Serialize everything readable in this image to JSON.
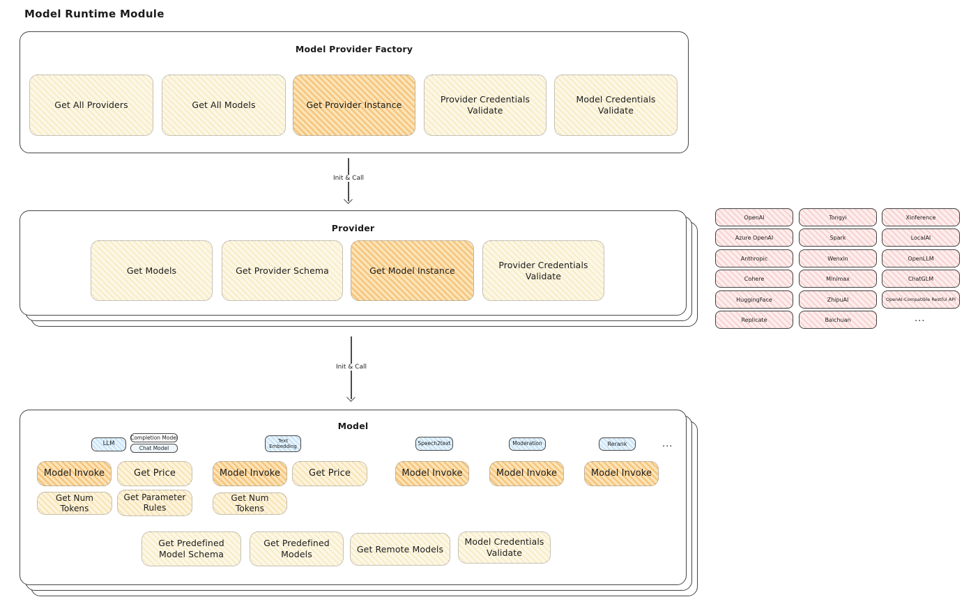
{
  "page": {
    "title": "Model Runtime Module"
  },
  "colors": {
    "node_yellow": "#fcf7e6",
    "node_orange": "#fbe4b8",
    "provider_pink": "#fdeeed",
    "tag_blue": "#e9f4fc",
    "stroke": "#434343"
  },
  "factory": {
    "title": "Model Provider Factory",
    "buttons": [
      "Get All Providers",
      "Get All Models",
      "Get Provider Instance",
      "Provider Credentials Validate",
      "Model Credentials Validate"
    ]
  },
  "connectors": {
    "arrow1_label": "Init & Call",
    "arrow2_label": "Init & Call"
  },
  "provider": {
    "title": "Provider",
    "buttons": [
      "Get Models",
      "Get Provider Schema",
      "Get Model Instance",
      "Provider Credentials Validate"
    ]
  },
  "provider_list": {
    "rows": [
      [
        "OpenAI",
        "Tongyi",
        "Xinference"
      ],
      [
        "Azure OpenAI",
        "Spark",
        "LocalAI"
      ],
      [
        "Anthropic",
        "Wenxin",
        "OpenLLM"
      ],
      [
        "Cohere",
        "Minimax",
        "ChatGLM"
      ],
      [
        "HuggingFace",
        "ZhipuAI",
        "OpenAI-Compatible Restful API"
      ],
      [
        "Replicate",
        "Baichuan"
      ]
    ],
    "more": "..."
  },
  "model": {
    "title": "Model",
    "tags": {
      "llm": "LLM",
      "completion": "Completion Model",
      "chat": "Chat Model",
      "text_embedding": "Text Embedding",
      "speech2text": "Speech2text",
      "moderation": "Moderation",
      "rerank": "Rerank",
      "more": "..."
    },
    "buttons": {
      "llm_invoke": "Model Invoke",
      "llm_get_price": "Get Price",
      "llm_get_num_tokens": "Get Num Tokens",
      "llm_get_parameter_rules": "Get Parameter Rules",
      "te_invoke": "Model Invoke",
      "te_get_price": "Get Price",
      "te_get_num_tokens": "Get Num Tokens",
      "s2t_invoke": "Model Invoke",
      "moderation_invoke": "Model Invoke",
      "rerank_invoke": "Model Invoke",
      "get_predefined_model_schema": "Get Predefined Model Schema",
      "get_predefined_models": "Get Predefined Models",
      "get_remote_models": "Get Remote Models",
      "model_credentials_validate": "Model Credentials Validate"
    }
  }
}
